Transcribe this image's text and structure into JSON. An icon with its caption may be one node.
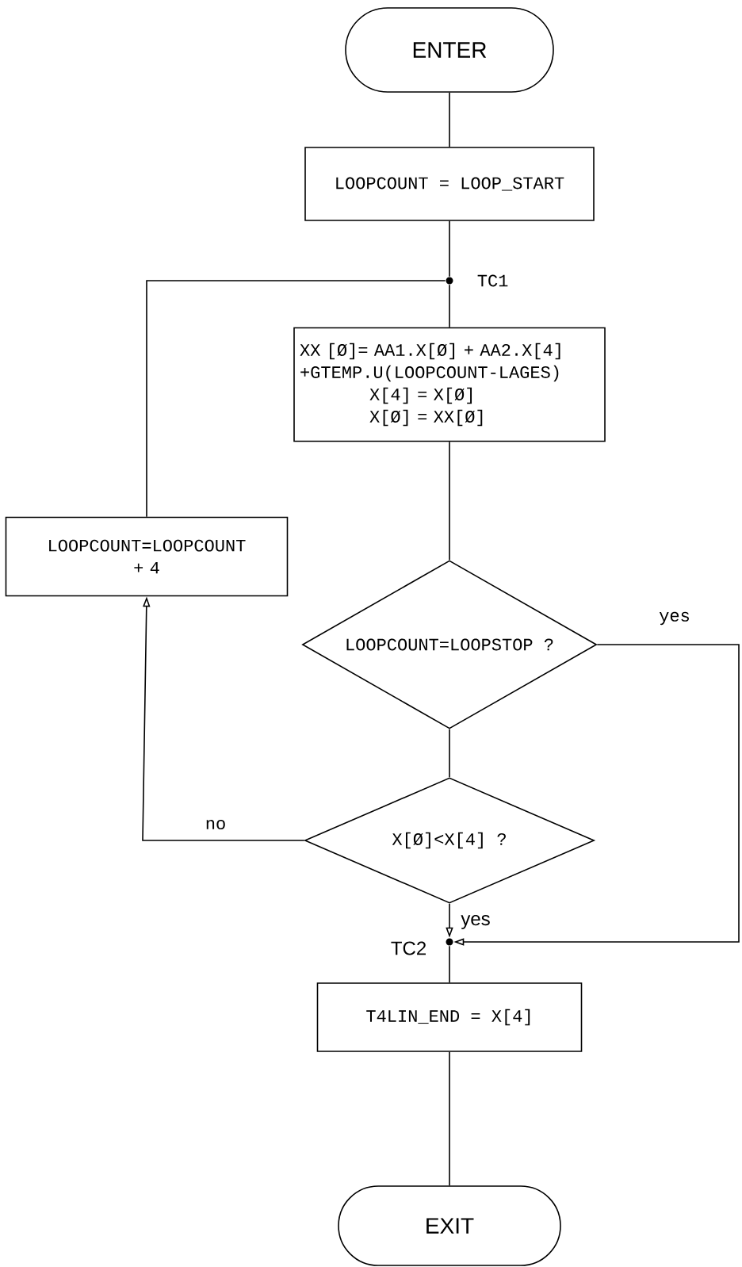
{
  "diagram": {
    "nodes": [
      {
        "text": [
          "ENTER"
        ]
      },
      {
        "text": [
          "LOOPCOUNT = LOOP_START"
        ]
      },
      {
        "text": [],
        "shape": "circle",
        "beside": [
          "TC1"
        ]
      },
      {
        "text": [
          "XX [Ø]= AA1.X[Ø] + AA2.X[4] +GTEMP.U(LOOPCOUNT-LAGES)",
          "X[4] = X[Ø]",
          "X[Ø] = XX[Ø]"
        ]
      },
      {
        "text": [
          "LOOPCOUNT=LOOPSTOP ?"
        ]
      },
      {
        "text": [
          "X[Ø]<X[4] ?"
        ]
      },
      {
        "text": [
          "LOOPCOUNT=LOOPCOUNT + 4"
        ]
      },
      {
        "text": [],
        "shape": "circle",
        "beside": [
          "TC2"
        ]
      },
      {
        "text": [
          "T4LIN_END = X[4]"
        ]
      },
      {
        "text": [
          "EXIT"
        ]
      }
    ],
    "edges": [
      {
        "from": 0,
        "to": 1,
        "arrow": "none"
      },
      {
        "from": 1,
        "to": 2,
        "arrow": "none"
      },
      {
        "from": 2,
        "to": 3,
        "arrow": "none"
      },
      {
        "from": 3,
        "to": 4,
        "arrow": "none"
      },
      {
        "from": 4,
        "to": 5,
        "arrow": "none"
      },
      {
        "from": 4,
        "to": 7,
        "arrow": "to",
        "label": "yes"
      },
      {
        "from": 5,
        "to": 6,
        "arrow": "to",
        "label": "no"
      },
      {
        "from": 6,
        "to": 2,
        "arrow": "none"
      },
      {
        "from": 5,
        "to": 7,
        "arrow": "to",
        "label": "yes"
      },
      {
        "from": 7,
        "to": 8,
        "arrow": "none"
      },
      {
        "from": 8,
        "to": 9,
        "arrow": "none"
      }
    ]
  }
}
